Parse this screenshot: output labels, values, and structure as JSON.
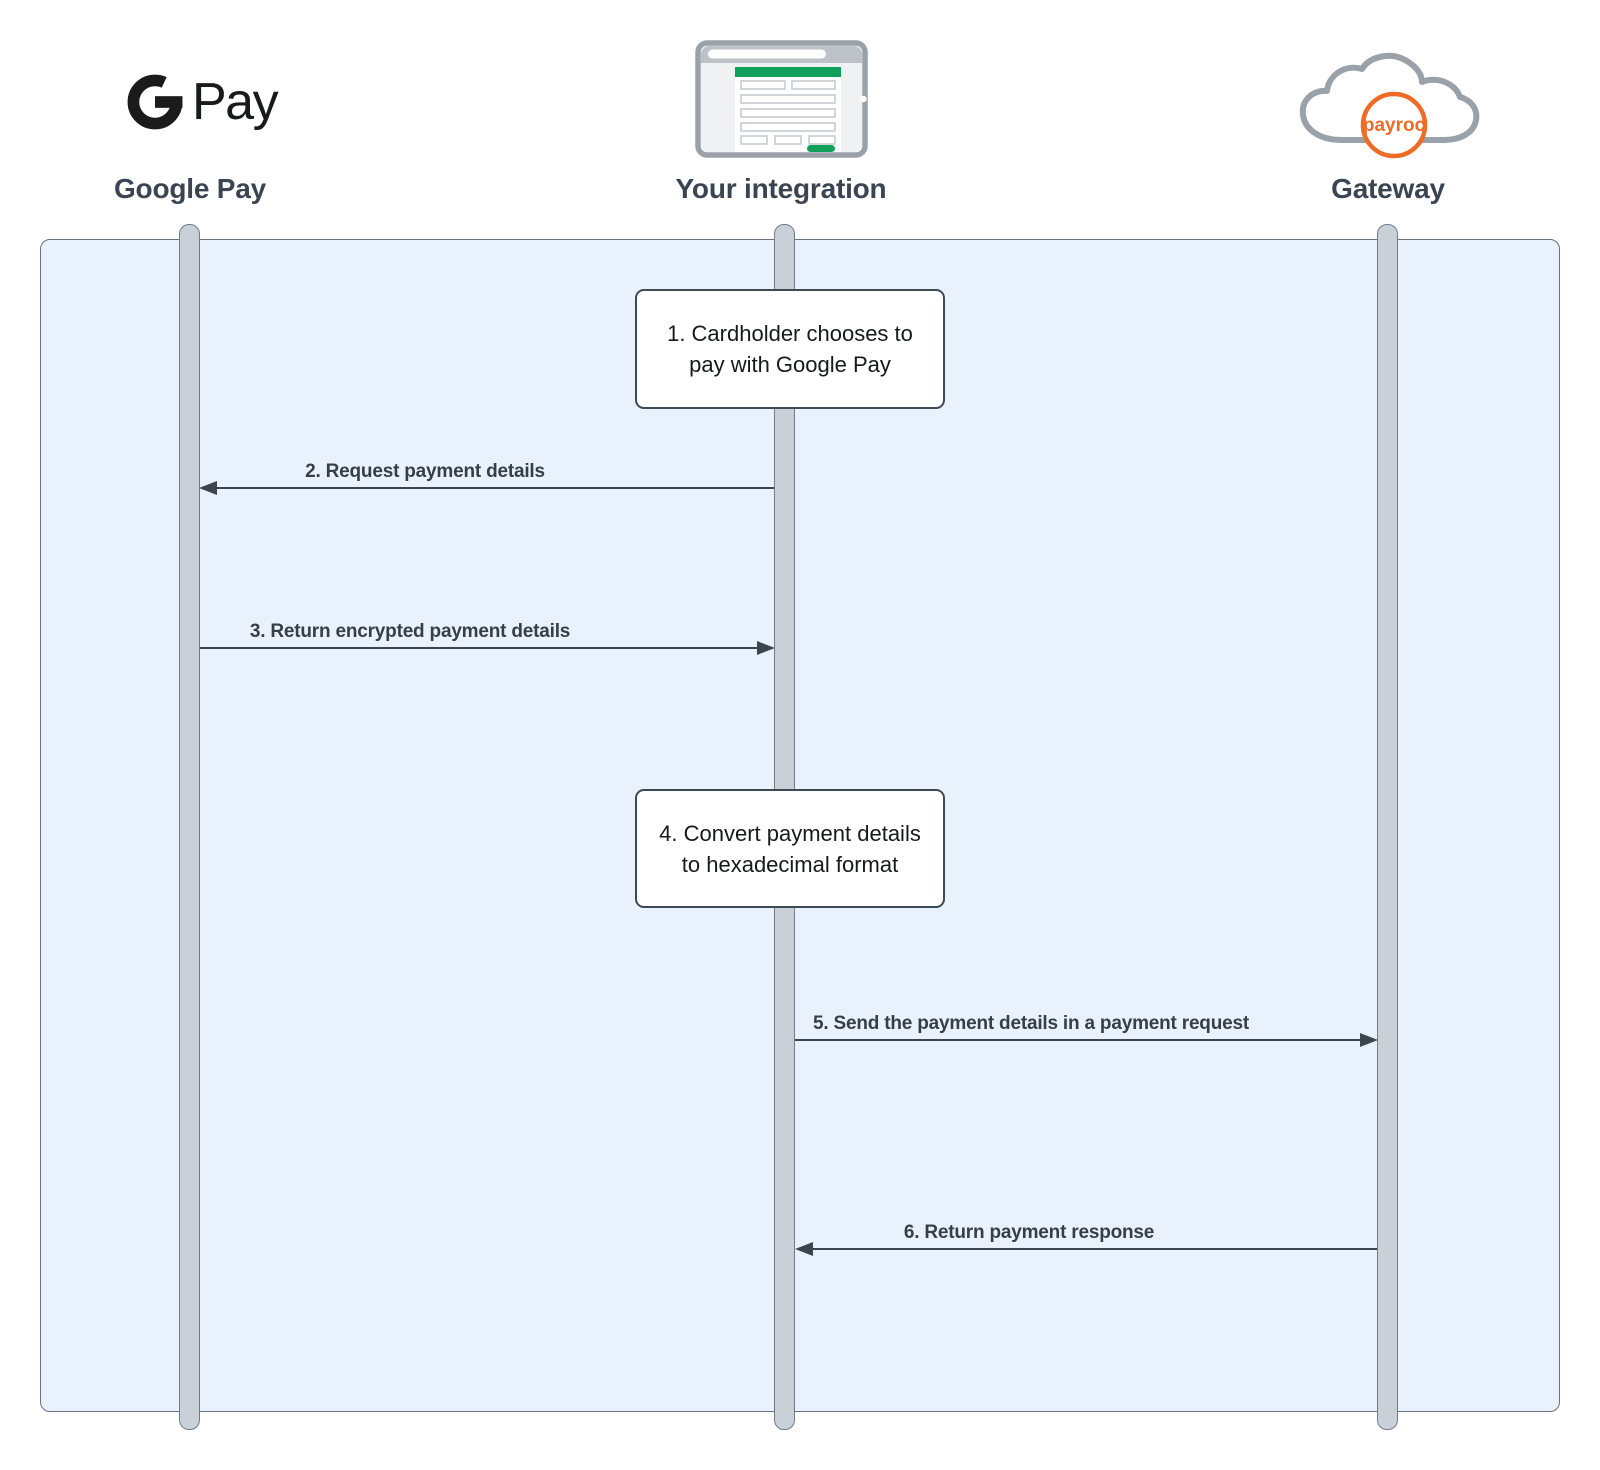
{
  "actors": [
    {
      "id": "google-pay",
      "label": "Google Pay",
      "icon": "gpay-logo"
    },
    {
      "id": "your-integration",
      "label": "Your integration",
      "icon": "browser-window-icon"
    },
    {
      "id": "gateway",
      "label": "Gateway",
      "icon": "payroc-cloud-icon"
    }
  ],
  "gpay": {
    "wordmark": "Pay"
  },
  "payroc": {
    "logo_text": "payroc"
  },
  "notes": [
    {
      "line1": "1. Cardholder chooses to",
      "line2": "pay with Google Pay"
    },
    {
      "line1": "4. Convert payment details",
      "line2": "to hexadecimal format"
    }
  ],
  "messages": [
    {
      "label": "2. Request payment details",
      "direction": "right-to-left"
    },
    {
      "label": "3. Return encrypted payment details",
      "direction": "left-to-right"
    },
    {
      "label": "5. Send the payment details in a payment request",
      "direction": "left-to-right"
    },
    {
      "label": "6. Return payment response",
      "direction": "right-to-left"
    }
  ],
  "colors": {
    "panel_background": "#e9f1fc",
    "lifeline_fill": "#c9d0d8",
    "ink": "#3a4550",
    "note_text": "#17191c",
    "accent_green": "#10a05a",
    "payroc_orange": "#ee6c26",
    "icon_gray": "#9aa1a8"
  }
}
